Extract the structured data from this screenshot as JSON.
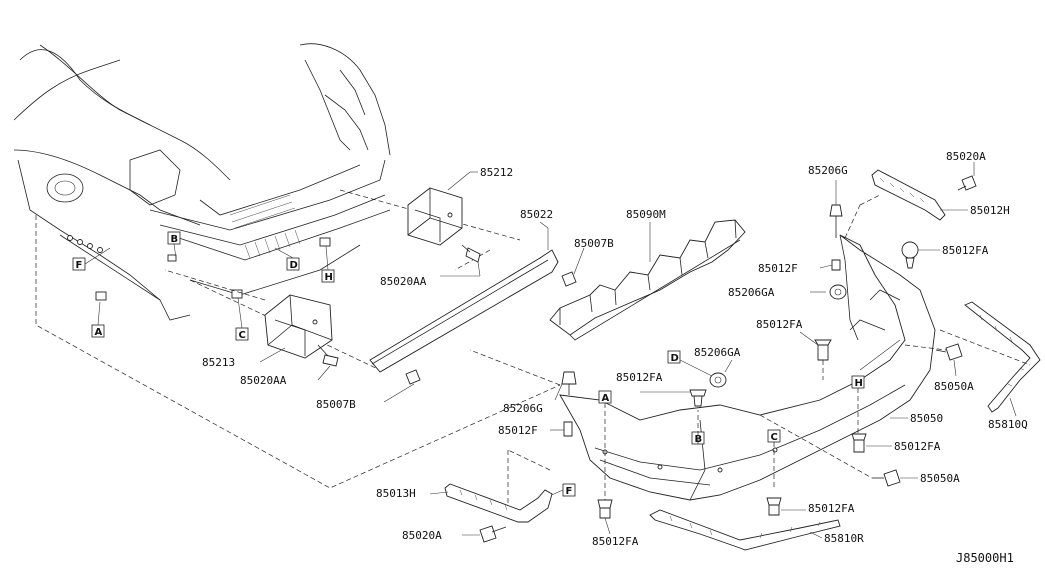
{
  "diagram_code": "J85000H1",
  "parts": {
    "p85212": "85212",
    "p85022": "85022",
    "p85090M": "85090M",
    "p85007B_top": "85007B",
    "p85020AA_top": "85020AA",
    "p85213": "85213",
    "p85020AA_bottom": "85020AA",
    "p85007B_bottom": "85007B",
    "p85206G_top": "85206G",
    "p85020A_top": "85020A",
    "p85012H": "85012H",
    "p85012F_top": "85012F",
    "p85012FA_topright": "85012FA",
    "p85206GA_upper": "85206GA",
    "p85012FA_mid": "85012FA",
    "p85206GA_lower": "85206GA",
    "p85012FA_center": "85012FA",
    "p85206G_bottom": "85206G",
    "p85012F_bottom": "85012F",
    "p85050A_upper": "85050A",
    "p85810Q": "85810Q",
    "p85050": "85050",
    "p85012FA_right": "85012FA",
    "p85050A_lower": "85050A",
    "p85013H": "85013H",
    "p85020A_bottom": "85020A",
    "p85012FA_bottomleft": "85012FA",
    "p85012FA_bottomright": "85012FA",
    "p85810R": "85810R"
  },
  "refs": {
    "A_body": "A",
    "B_body": "B",
    "C_body": "C",
    "D_body": "D",
    "F_body": "F",
    "H_body": "H",
    "A_bumper": "A",
    "B_bumper": "B",
    "C_bumper": "C",
    "D_bumper": "D",
    "F_bumper": "F",
    "H_bumper": "H"
  }
}
